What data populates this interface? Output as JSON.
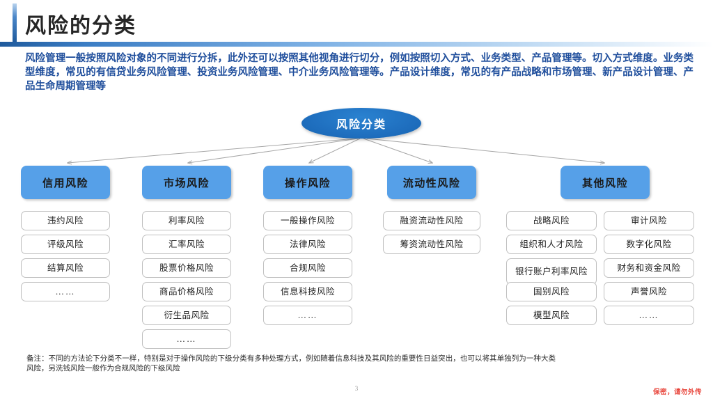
{
  "slide": {
    "title": "风险的分类",
    "page_number": "3",
    "confidential": "保密，请勿外传",
    "intro": "风险管理一般按照风险对象的不同进行分拆，此外还可以按照其他视角进行切分，例如按照切入方式、业务类型、产品管理等。切入方式维度。业务类型维度，常见的有信贷业务风险管理、投资业务风险管理、中介业务风险管理等。产品设计维度，常见的有产品战略和市场管理、新产品设计管理、产品生命周期管理等",
    "footnote": "备注：不同的方法论下分类不一样，特别是对于操作风险的下级分类有多种处理方式，例如随着信息科技及其风险的重要性日益突出，也可以将其单独列为一种大类风险，另洗钱风险一般作为合规风险的下级风险"
  },
  "colors": {
    "accent_blue": "#1f5a9c",
    "node_blue": "#1f6fbf",
    "box_blue": "#56a0e8",
    "intro_text": "#1f4e9c",
    "confidential_red": "#e8443a",
    "connector_gray": "#a6a6a6"
  },
  "diagram": {
    "type": "tree",
    "root": {
      "label": "风险分类"
    },
    "categories": [
      {
        "label": "信用风险",
        "items": [
          "违约风险",
          "评级风险",
          "结算风险",
          "……"
        ]
      },
      {
        "label": "市场风险",
        "items": [
          "利率风险",
          "汇率风险",
          "股票价格风险",
          "商品价格风险",
          "衍生品风险",
          "……"
        ]
      },
      {
        "label": "操作风险",
        "items": [
          "一般操作风险",
          "法律风险",
          "合规风险",
          "信息科技风险",
          "……"
        ]
      },
      {
        "label": "流动性风险",
        "items": [
          "融资流动性风险",
          "筹资流动性风险"
        ]
      },
      {
        "label": "其他风险",
        "items_left": [
          "战略风险",
          "组织和人才风险",
          "银行账户利率风险",
          "国别风险",
          "模型风险"
        ],
        "items_right": [
          "审计风险",
          "数字化风险",
          "财务和资金风险",
          "声誉风险",
          "……"
        ]
      }
    ]
  }
}
